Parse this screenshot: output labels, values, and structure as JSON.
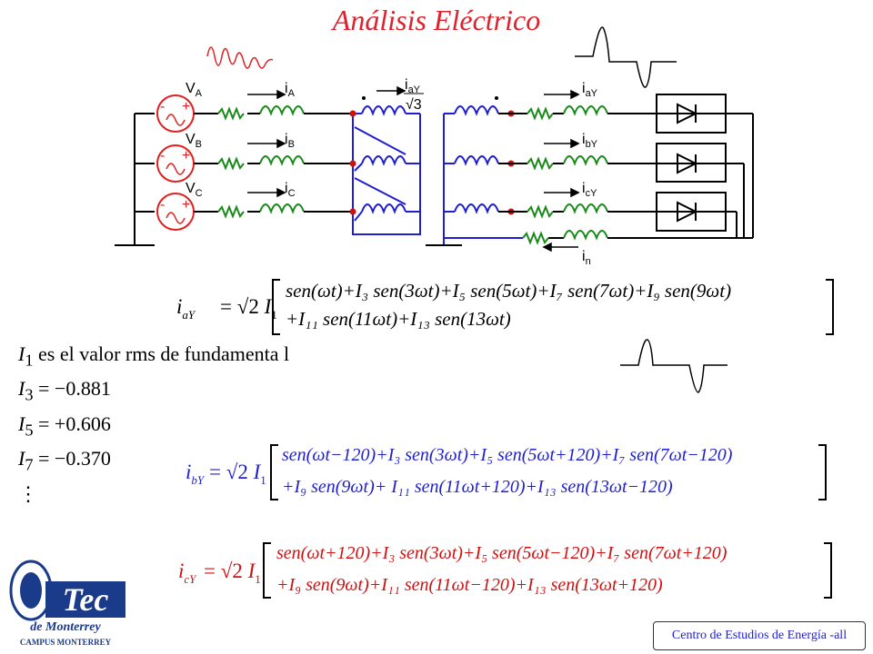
{
  "title": "Análisis Eléctrico",
  "circuit": {
    "sources": [
      "V_A",
      "V_B",
      "V_C"
    ],
    "line_currents": [
      "i_A",
      "i_B",
      "i_C"
    ],
    "delta_current": "i_aY / √3",
    "secondary_currents": [
      "i_aY",
      "i_bY",
      "i_cY"
    ],
    "neutral_current": "i_n"
  },
  "equations": {
    "ia": {
      "lhs": "i_aY",
      "line1": "= √2 I1 [ sen(ωt) + I3 sen(3ωt) + I5 sen(5ωt) + I7 sen(7ωt) + I9 sen(9ωt)",
      "line2": "+ I11 sen(11ωt) + I13 sen(13ωt) ]"
    },
    "ib": {
      "lhs": "i_bY",
      "line1": "= √2 I1 [ sen(ωt − 120) + I3 sen(3ωt) + I5 sen(5ωt + 120) + I7 sen(7ωt − 120)",
      "line2": "+ I9 sen(9ωt) + I11 sen(11ωt + 120) + I13 sen(13ωt − 120) ]"
    },
    "ic": {
      "lhs": "i_cY",
      "line1": "= √2 I1 [ sen(ωt + 120) + I3 sen(3ωt) + I5 sen(5ωt − 120) + I7 sen(7ωt + 120)",
      "line2": "+ I9 sen(9ωt) + I11 sen(11ωt − 120) + I13 sen(13ωt + 120) ]"
    }
  },
  "notes": {
    "line1": "es el valor rms de fundamenta l",
    "i3": "= −0.881",
    "i5": "= +0.606",
    "i7": "= −0.370",
    "dots": "⋮"
  },
  "logo": {
    "name": "Tec",
    "sub1": "de Monterrey",
    "sub2": "CAMPUS MONTERREY"
  },
  "footer": "Centro de Estudios de Energía -all",
  "colors": {
    "title": "#e0202a",
    "inductor": "#1a8a1a",
    "source": "#e02020",
    "transformer": "#1f1fd0",
    "equation_blue": "#1f1fd0"
  }
}
